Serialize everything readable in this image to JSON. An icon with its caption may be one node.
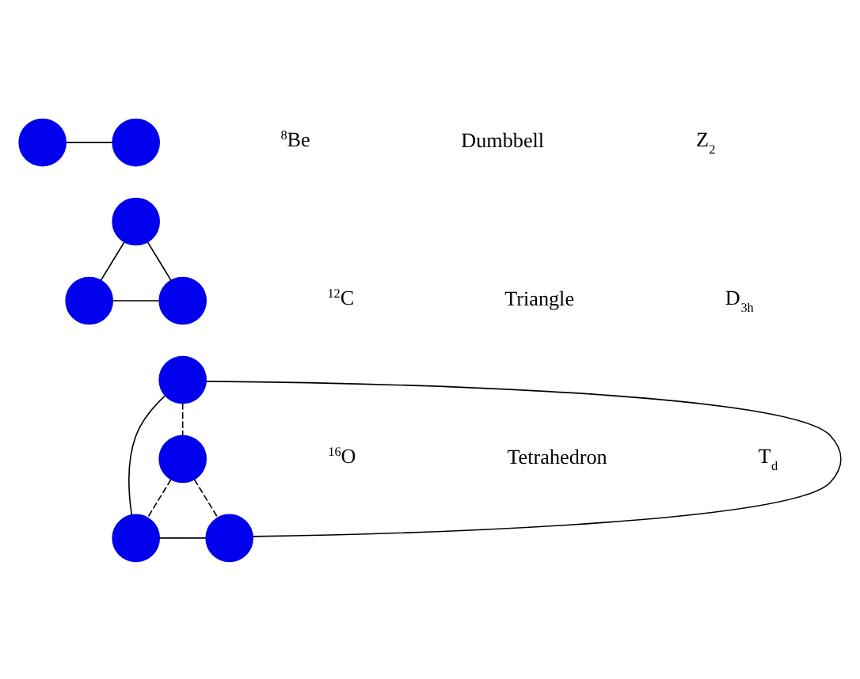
{
  "diagram": {
    "nodes": [
      {
        "text": [],
        "shape": "circle"
      },
      {
        "text": [],
        "shape": "circle"
      },
      {
        "text": [],
        "shape": "circle"
      },
      {
        "text": [],
        "shape": "circle"
      },
      {
        "text": [],
        "shape": "circle"
      },
      {
        "text": [],
        "shape": "circle"
      },
      {
        "text": [],
        "shape": "circle"
      },
      {
        "text": [],
        "shape": "circle"
      },
      {
        "text": [],
        "shape": "circle"
      }
    ],
    "edges": [
      {
        "from": 0,
        "to": 1,
        "arrow": "none"
      },
      {
        "from": 2,
        "to": 3,
        "arrow": "none"
      },
      {
        "from": 2,
        "to": 4,
        "arrow": "none"
      },
      {
        "from": 3,
        "to": 4,
        "arrow": "none"
      },
      {
        "from": 5,
        "to": 7,
        "arrow": "none"
      },
      {
        "from": 5,
        "to": 8,
        "arrow": "none"
      },
      {
        "from": 7,
        "to": 8,
        "arrow": "none"
      },
      {
        "from": 5,
        "to": 6,
        "arrow": "none",
        "style": "dashed"
      },
      {
        "from": 6,
        "to": 7,
        "arrow": "none",
        "style": "dashed"
      },
      {
        "from": 6,
        "to": 8,
        "arrow": "none",
        "style": "dashed"
      }
    ],
    "labels": [
      "$^{8}$Be",
      "Dumbbell",
      "Z$_{2}$",
      "$^{12}$C",
      "Triangle",
      "D$_{3h}$",
      "$^{16}$O",
      "Tetrahedron",
      "T$_{d}$"
    ]
  }
}
